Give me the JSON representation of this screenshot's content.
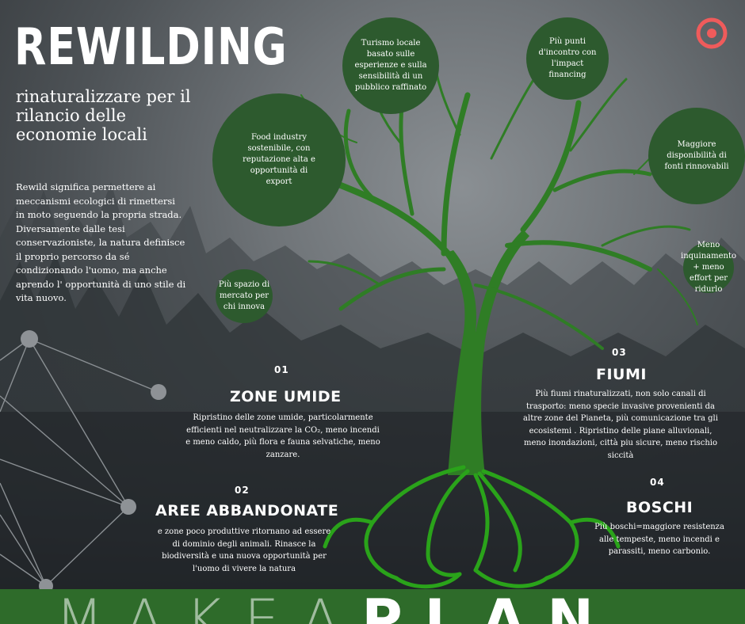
{
  "title": "REWILDING",
  "subtitle": "rinaturalizzare per il rilancio delle economie locali",
  "intro": "Rewild significa permettere ai meccanismi ecologici di rimettersi in moto seguendo la propria strada. Diversamente dalle tesi conservazioniste, la natura definisce il proprio percorso da sé condizionando l'uomo, ma anche aprendo l' opportunità di uno stile di vita nuovo.",
  "circles": {
    "turismo": "Turismo locale basato sulle esperienze e sulla sensibilità di un pubblico raffinato",
    "impact": "Più punti d'incontro con l'impact financing",
    "food": "Food industry sostenibile, con reputazione alta e opportunità di export",
    "rinnovabili": "Maggiore disponibilità di fonti rinnovabili",
    "inquinamento": "Meno inquinamento + meno effort per ridurlo",
    "mercato": "Più spazio di mercato per chi innova"
  },
  "sections": {
    "s1": {
      "num": "01",
      "title": "ZONE UMIDE",
      "text": "Ripristino delle zone umide, particolarmente efficienti nel neutralizzare la CO₂, meno incendi e meno caldo, più flora e fauna selvatiche, meno zanzare."
    },
    "s2": {
      "num": "02",
      "title": "AREE ABBANDONATE",
      "text": "e zone poco produttive ritornano ad essere di dominio degli animali. Rinasce la biodiversità e una nuova opportunità per l'uomo di vivere la natura"
    },
    "s3": {
      "num": "03",
      "title": "FIUMI",
      "text": "Più fiumi rinaturalizzati, non solo canali di trasporto: meno specie invasive provenienti da altre zone del Pianeta, più comunicazione tra gli ecosistemi . Ripristino delle piane alluvionali, meno inondazioni, città piu sicure, meno rischio siccità"
    },
    "s4": {
      "num": "04",
      "title": "BOSCHI",
      "text": "Più boschi=maggiore resistenza alle tempeste, meno incendi e parassiti, meno carbonio."
    }
  },
  "footer": {
    "light": "MAKEA",
    "bold": "PLAN"
  },
  "colors": {
    "green_dark": "#2d5a2e",
    "tree": "#2f7d25",
    "root": "#2aa31a",
    "footer": "#2e6b2a",
    "logo": "#ef5b5b"
  },
  "icons": {
    "logo": "target-icon",
    "tree": "tree-icon",
    "network": "network-icon"
  }
}
